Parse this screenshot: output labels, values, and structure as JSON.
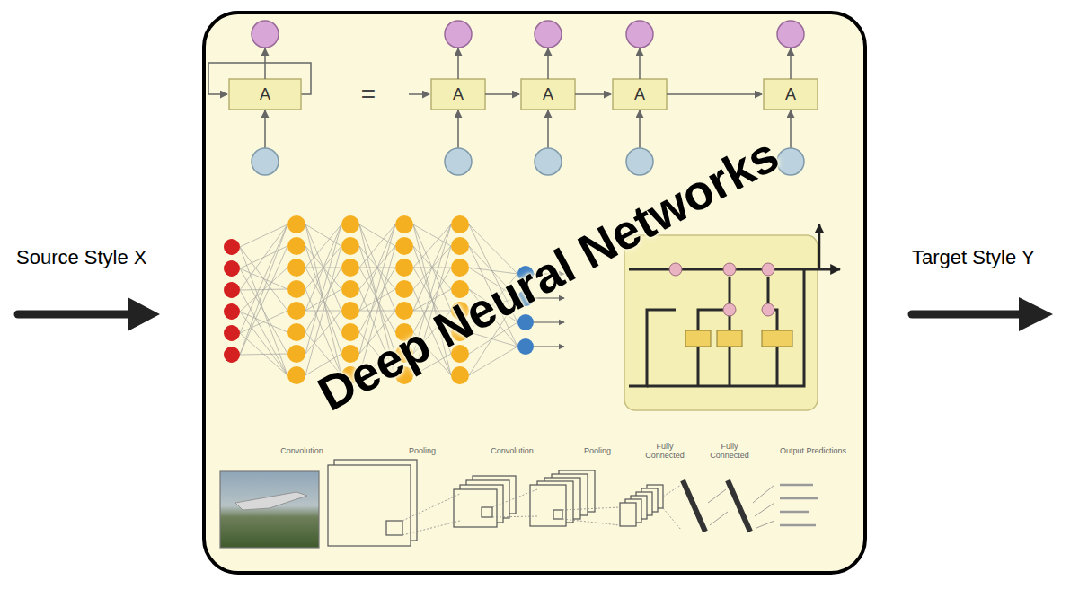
{
  "diagram": {
    "nodes": [
      {
        "text": [
          "Deep Neural Networks"
        ]
      }
    ],
    "labels": [
      "Source Style X",
      "Target Style Y",
      "A",
      "A",
      "A",
      "A",
      "A",
      "=",
      "Convolution",
      "Pooling",
      "Convolution",
      "Pooling",
      "Fully Connected",
      "Fully Connected",
      "Output Predictions"
    ]
  }
}
